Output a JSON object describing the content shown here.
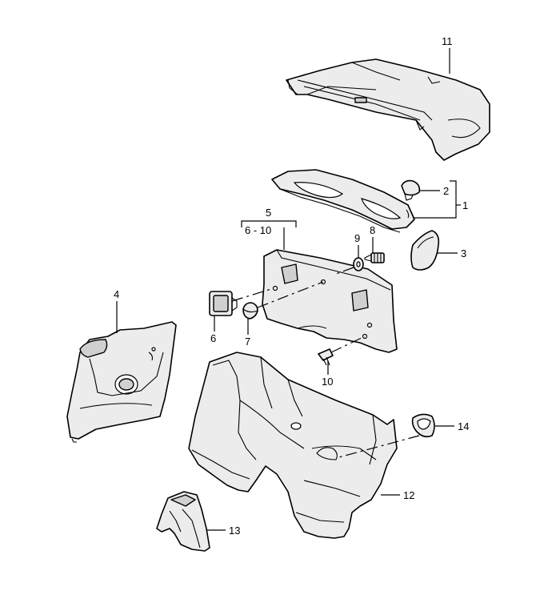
{
  "callouts": {
    "c1": "1",
    "c2": "2",
    "c3": "3",
    "c4": "4",
    "c5": "5",
    "c5_range": "6 - 10",
    "c6": "6",
    "c7": "7",
    "c8": "8",
    "c9": "9",
    "c10": "10",
    "c11": "11",
    "c12": "12",
    "c13": "13",
    "c14": "14"
  }
}
